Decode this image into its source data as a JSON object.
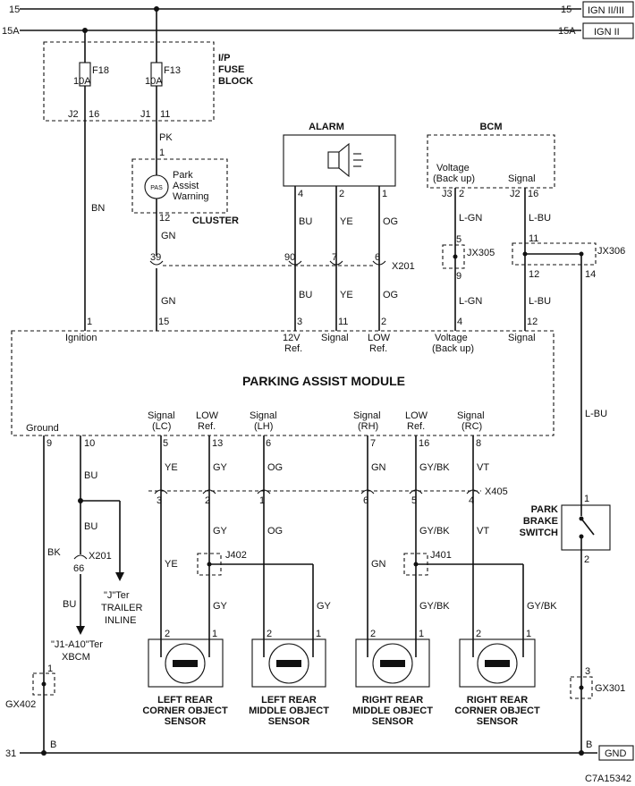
{
  "power": {
    "line_15_left": "15",
    "line_15_right": "15",
    "ign_23": "IGN II/III",
    "line_15a_left": "15A",
    "line_15a_right": "15A",
    "ign_2": "IGN II"
  },
  "fuse_block": {
    "title_1": "I/P",
    "title_2": "FUSE",
    "title_3": "BLOCK",
    "f18_name": "F18",
    "f18_rating": "10A",
    "f18_conn": "J2",
    "f18_pin": "16",
    "f13_name": "F13",
    "f13_rating": "10A",
    "f13_conn": "J1",
    "f13_pin": "11"
  },
  "cluster": {
    "pk": "PK",
    "pin_top": "1",
    "pas": "PAS",
    "label_1": "Park",
    "label_2": "Assist",
    "label_3": "Warning",
    "pin_bottom": "12",
    "name": "CLUSTER",
    "gn_top": "GN"
  },
  "wires": {
    "bn": "BN",
    "gn": "GN",
    "bu_left": "BU",
    "ye_top": "YE",
    "og_top": "OG",
    "bu_low": "BU",
    "ye_low": "YE",
    "og_low": "OG",
    "lgn_top": "L-GN",
    "lgn_low": "L-GN",
    "lbu_top": "L-BU",
    "lbu_low": "L-BU",
    "lbu_right": "L-BU",
    "bu_gnd_1": "BU",
    "bu_gnd_2": "BU",
    "bk": "BK",
    "bu_xbcm": "BU"
  },
  "alarm": {
    "title": "ALARM",
    "pin_4": "4",
    "pin_2": "2",
    "pin_1": "1"
  },
  "bcm": {
    "title": "BCM",
    "voltage_1": "Voltage",
    "voltage_2": "(Back up)",
    "signal": "Signal",
    "j3": "J3",
    "j3_pin": "2",
    "j2": "J2",
    "j2_pin": "16"
  },
  "x201": {
    "name": "X201",
    "pin_39": "39",
    "pin_90": "90",
    "pin_7": "7",
    "pin_6": "6"
  },
  "jx305": {
    "name": "JX305",
    "pin_5": "5",
    "pin_9": "9"
  },
  "jx306": {
    "name": "JX306",
    "pin_11": "11",
    "pin_12": "12",
    "pin_14": "14"
  },
  "module": {
    "title": "PARKING ASSIST MODULE",
    "pin_1": "1",
    "ignition": "Ignition",
    "pin_15": "15",
    "pin_3": "3",
    "ref12_1": "12V",
    "ref12_2": "Ref.",
    "pin_11": "11",
    "signal_a": "Signal",
    "pin_2": "2",
    "low_1": "LOW",
    "low_2": "Ref.",
    "pin_4": "4",
    "volt_1": "Voltage",
    "volt_2": "(Back up)",
    "pin_12": "12",
    "signal_b": "Signal",
    "ground": "Ground",
    "pin_9": "9",
    "pin_10": "10",
    "lc_1": "Signal",
    "lc_2": "(LC)",
    "pin_5": "5",
    "lowref_l_1": "LOW",
    "lowref_l_2": "Ref.",
    "pin_13": "13",
    "lh_1": "Signal",
    "lh_2": "(LH)",
    "pin_6": "6",
    "rh_1": "Signal",
    "rh_2": "(RH)",
    "pin_7": "7",
    "lowref_r_1": "LOW",
    "lowref_r_2": "Ref.",
    "pin_16": "16",
    "rc_1": "Signal",
    "rc_2": "(RC)",
    "pin_8": "8"
  },
  "sensor_wires": {
    "ye_1": "YE",
    "gy_1": "GY",
    "og_1": "OG",
    "gn_1": "GN",
    "gybk_1": "GY/BK",
    "vt_1": "VT",
    "gy_2": "GY",
    "og_2": "OG",
    "gybk_2": "GY/BK",
    "vt_2": "VT",
    "ye_3": "YE",
    "gy_3": "GY",
    "gy_4": "GY",
    "gn_3": "GN",
    "gybk_3": "GY/BK",
    "gybk_4": "GY/BK"
  },
  "x405": {
    "name": "X405",
    "pin_3": "3",
    "pin_2": "2",
    "pin_1": "1",
    "pin_6": "6",
    "pin_5": "5",
    "pin_4": "4"
  },
  "j402": {
    "name": "J402"
  },
  "j401": {
    "name": "J401"
  },
  "sensors": [
    {
      "pin_a": "2",
      "pin_b": "1",
      "name_1": "LEFT REAR",
      "name_2": "CORNER OBJECT",
      "name_3": "SENSOR"
    },
    {
      "pin_a": "2",
      "pin_b": "1",
      "name_1": "LEFT REAR",
      "name_2": "MIDDLE OBJECT",
      "name_3": "SENSOR"
    },
    {
      "pin_a": "2",
      "pin_b": "1",
      "name_1": "RIGHT REAR",
      "name_2": "MIDDLE OBJECT",
      "name_3": "SENSOR"
    },
    {
      "pin_a": "2",
      "pin_b": "1",
      "name_1": "RIGHT REAR",
      "name_2": "CORNER OBJECT",
      "name_3": "SENSOR"
    }
  ],
  "park_brake": {
    "name_1": "PARK",
    "name_2": "BRAKE",
    "name_3": "SWITCH",
    "pin_1": "1",
    "pin_2": "2"
  },
  "ground_side": {
    "x201": "X201",
    "pin_66": "66",
    "trailer_1": "\"J\"Ter",
    "trailer_2": "TRAILER",
    "trailer_3": "INLINE",
    "xbcm_1": "\"J1-A10\"Ter",
    "xbcm_2": "XBCM",
    "gx402": "GX402",
    "gx402_pin": "1",
    "gx301": "GX301",
    "gx301_pin": "3",
    "line_31": "31",
    "b_left": "B",
    "b_right": "B",
    "gnd": "GND"
  },
  "figure_id": "C7A15342"
}
